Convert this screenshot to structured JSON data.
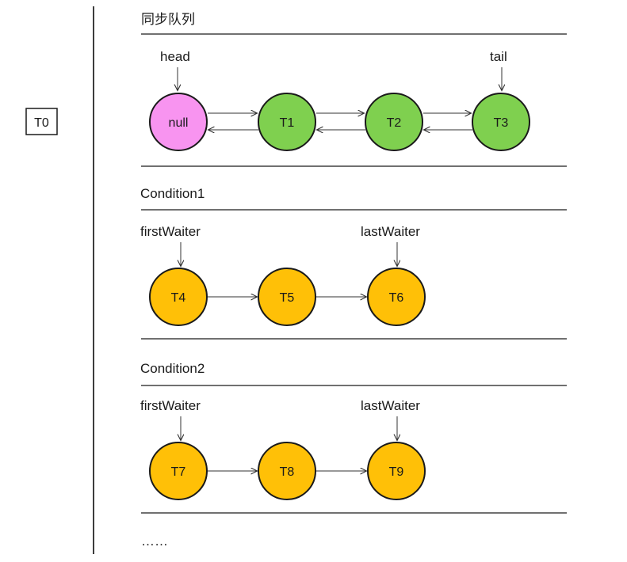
{
  "colors": {
    "null_node_fill": "#F894F0",
    "sync_node_fill": "#7FD04F",
    "cond_node_fill": "#FFC007",
    "node_border": "#1a1a1a",
    "line": "#404040",
    "arrow": "#333333"
  },
  "outer": {
    "t0_label": "T0"
  },
  "sync_queue": {
    "title": "同步队列",
    "head_label": "head",
    "tail_label": "tail",
    "nodes": [
      {
        "label": "null"
      },
      {
        "label": "T1"
      },
      {
        "label": "T2"
      },
      {
        "label": "T3"
      }
    ]
  },
  "condition1": {
    "title": "Condition1",
    "first_waiter_label": "firstWaiter",
    "last_waiter_label": "lastWaiter",
    "nodes": [
      {
        "label": "T4"
      },
      {
        "label": "T5"
      },
      {
        "label": "T6"
      }
    ]
  },
  "condition2": {
    "title": "Condition2",
    "first_waiter_label": "firstWaiter",
    "last_waiter_label": "lastWaiter",
    "nodes": [
      {
        "label": "T7"
      },
      {
        "label": "T8"
      },
      {
        "label": "T9"
      }
    ]
  },
  "ellipsis": "……"
}
